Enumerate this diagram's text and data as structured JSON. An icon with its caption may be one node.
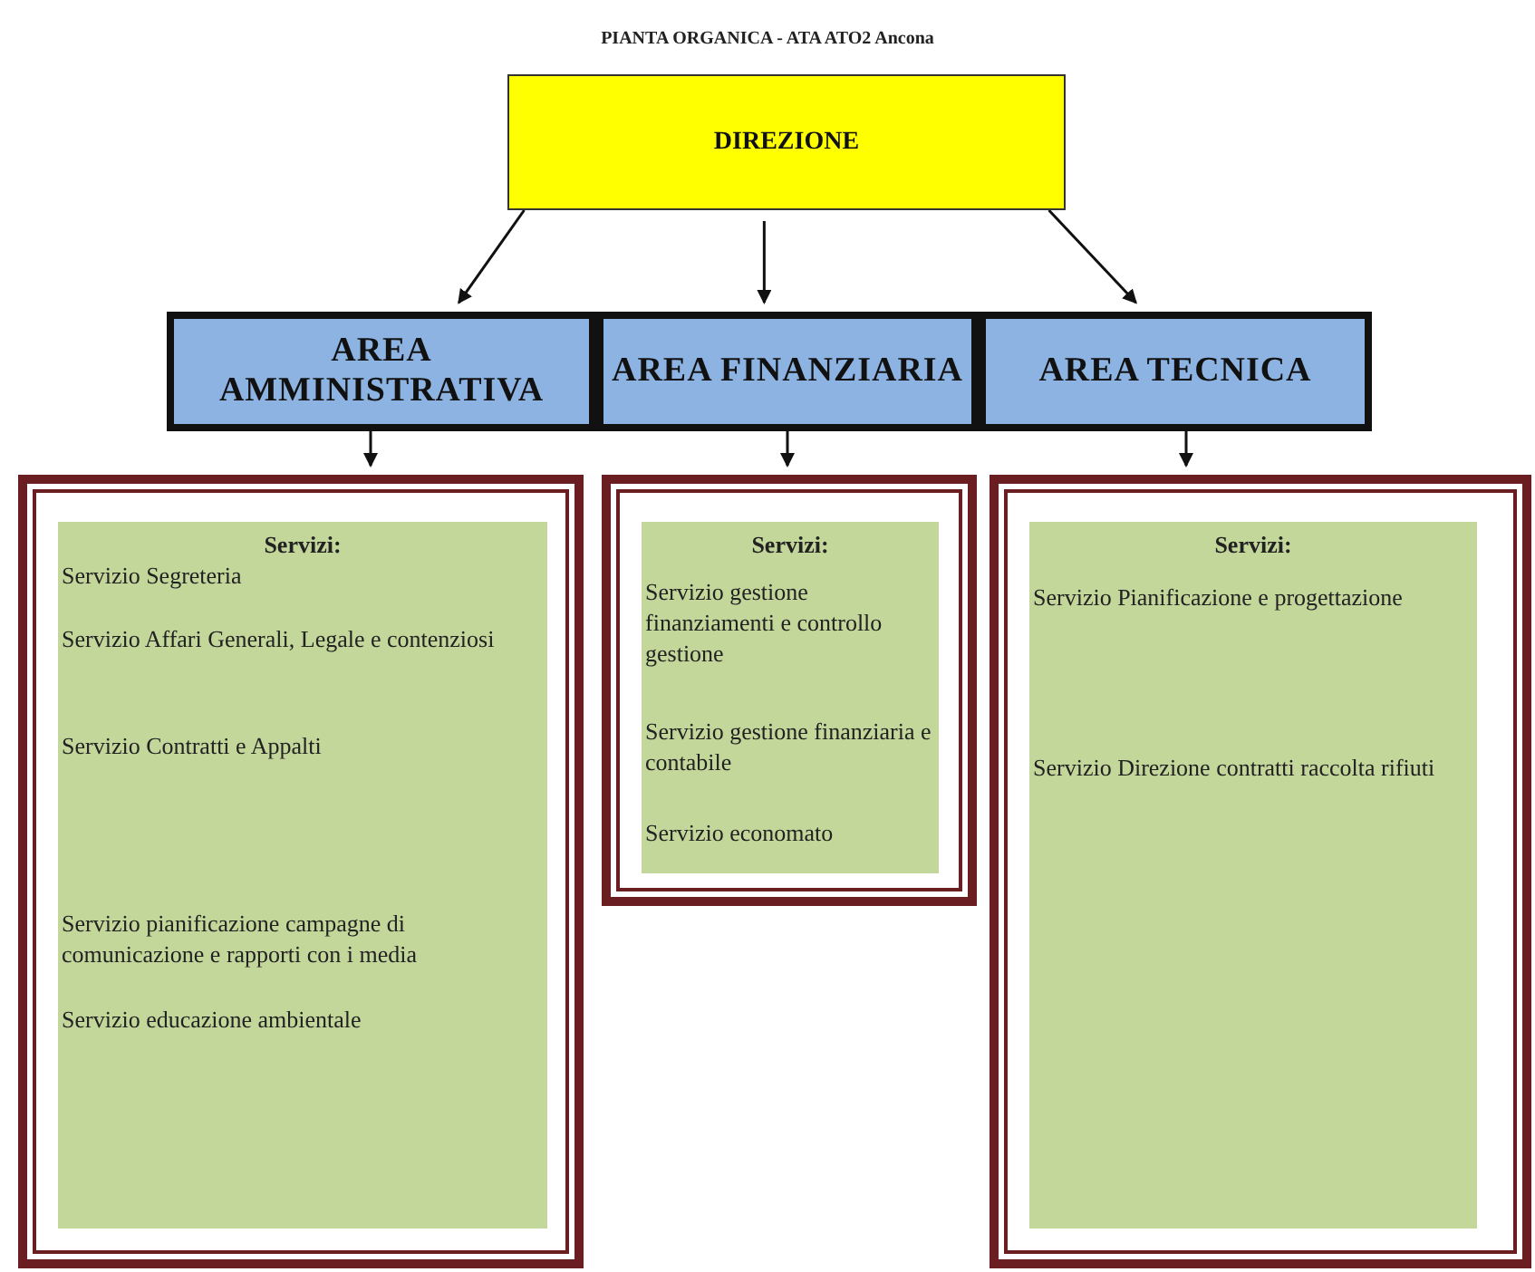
{
  "diagram": {
    "title": "PIANTA ORGANICA - ATA ATO2 Ancona",
    "nodes": [
      {
        "text": [
          "DIREZIONE"
        ]
      },
      {
        "text": [
          "AREA AMMINISTRATIVA"
        ]
      },
      {
        "text": [
          "AREA FINANZIARIA"
        ]
      },
      {
        "text": [
          "AREA TECNICA"
        ]
      },
      {
        "text": [],
        "shape": "box"
      },
      {
        "text": [
          "Servizi:",
          "Servizio Segreteria",
          "Servizio Affari Generali, Legale e contenziosi",
          "Servizio Contratti e Appalti",
          "Servizio pianificazione campagne di comunicazione e rapporti con i media",
          "Servizio educazione ambientale"
        ],
        "in": 4
      },
      {
        "text": [],
        "shape": "box"
      },
      {
        "text": [
          "Servizi:",
          "Servizio gestione finanziamenti e controllo gestione",
          "Servizio gestione finanziaria e contabile",
          "Servizio economato"
        ],
        "in": 6
      },
      {
        "text": [],
        "shape": "box"
      },
      {
        "text": [
          "Servizi:",
          "Servizio Pianificazione e progettazione",
          "Servizio Direzione contratti raccolta rifiuti"
        ],
        "in": 8
      }
    ],
    "edges": [
      {
        "from": 0,
        "to": 1,
        "arrow": "to"
      },
      {
        "from": 0,
        "to": 2,
        "arrow": "to"
      },
      {
        "from": 0,
        "to": 3,
        "arrow": "to"
      },
      {
        "from": 1,
        "to": 4,
        "arrow": "to"
      },
      {
        "from": 2,
        "to": 6,
        "arrow": "to"
      },
      {
        "from": 3,
        "to": 8,
        "arrow": "to"
      }
    ]
  }
}
